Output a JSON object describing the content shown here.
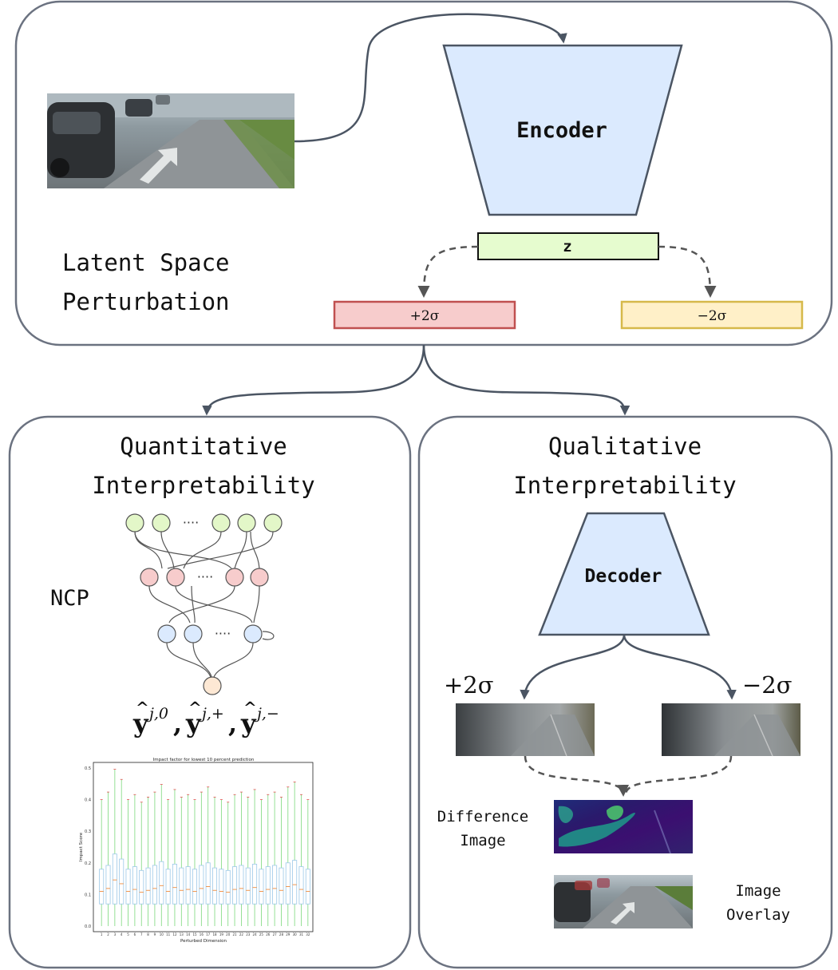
{
  "top_panel": {
    "label_line1": "Latent Space",
    "label_line2": "Perturbation",
    "encoder_label": "Encoder",
    "z_label": "z",
    "plus_label": "+2σ",
    "minus_label": "−2σ"
  },
  "left_panel": {
    "title_line1": "Quantitative",
    "title_line2": "Interpretability",
    "ncp_label": "NCP",
    "dots_label": "····",
    "predictions_label": "ŷ^{j,0}, ŷ^{j,+}, ŷ^{j,−}",
    "boxplot": {
      "title": "Impact factor for lowest 10 percent prediction",
      "xlabel": "Perturbed Dimension",
      "ylabel": "Impact Score",
      "y_ticks": [
        "0.0",
        "0.1",
        "0.2",
        "0.3",
        "0.4",
        "0.5"
      ],
      "x_ticks": [
        "1",
        "2",
        "3",
        "4",
        "5",
        "6",
        "7",
        "8",
        "9",
        "10",
        "11",
        "12",
        "13",
        "14",
        "15",
        "16",
        "17",
        "18",
        "19",
        "20",
        "21",
        "22",
        "23",
        "24",
        "25",
        "26",
        "27",
        "28",
        "29",
        "30",
        "31",
        "32"
      ]
    }
  },
  "right_panel": {
    "title_line1": "Qualitative",
    "title_line2": "Interpretability",
    "decoder_label": "Decoder",
    "plus_label": "+2σ",
    "minus_label": "−2σ",
    "difference_line1": "Difference",
    "difference_line2": "Image",
    "overlay_line1": "Image",
    "overlay_line2": "Overlay"
  },
  "colors": {
    "panel_stroke": "#6b7280",
    "encoder_fill": "#dbeafe",
    "z_fill": "#e6fccf",
    "plus_fill": "#f7cccc",
    "plus_stroke": "#c05050",
    "minus_fill": "#fff0c8",
    "minus_stroke": "#d6b94a",
    "node_green": "#e3f7c8",
    "node_red": "#f7cccc",
    "node_blue": "#dbeafe",
    "node_orange": "#fde8d4"
  }
}
